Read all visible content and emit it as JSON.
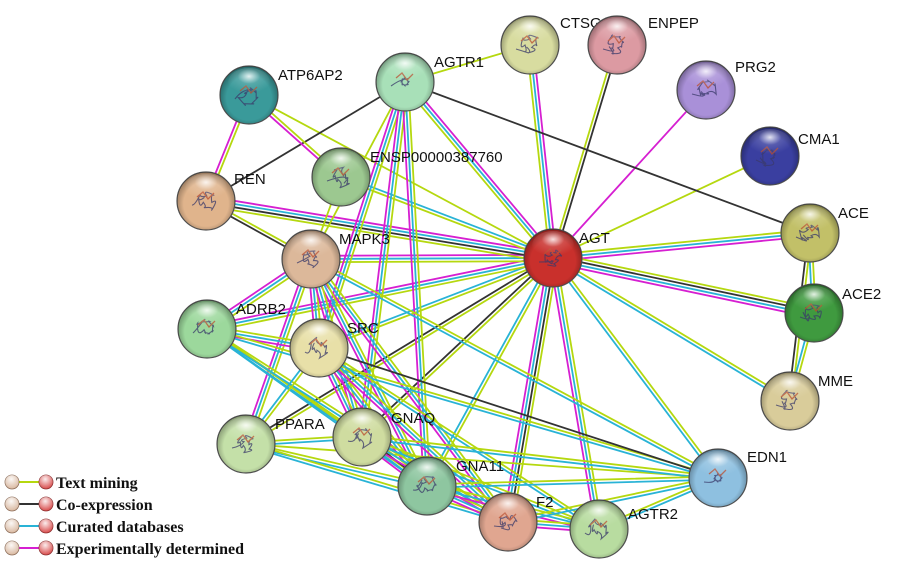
{
  "nodes": [
    {
      "id": "AGT",
      "label": "AGT",
      "color": "#c9302c"
    },
    {
      "id": "CTSG",
      "label": "CTSG",
      "color": "#d8dca0"
    },
    {
      "id": "ENPEP",
      "label": "ENPEP",
      "color": "#dc9aa2"
    },
    {
      "id": "PRG2",
      "label": "PRG2",
      "color": "#a990d8"
    },
    {
      "id": "CMA1",
      "label": "CMA1",
      "color": "#3a3fa0"
    },
    {
      "id": "ACE",
      "label": "ACE",
      "color": "#c2c068"
    },
    {
      "id": "ACE2",
      "label": "ACE2",
      "color": "#3f9a3f"
    },
    {
      "id": "MME",
      "label": "MME",
      "color": "#d9cc9a"
    },
    {
      "id": "EDN1",
      "label": "EDN1",
      "color": "#8ec0e0"
    },
    {
      "id": "AGTR2",
      "label": "AGTR2",
      "color": "#b8dca0"
    },
    {
      "id": "F2",
      "label": "F2",
      "color": "#e0a690"
    },
    {
      "id": "GNA11",
      "label": "GNA11",
      "color": "#8ec6a0"
    },
    {
      "id": "GNAQ",
      "label": "GNAQ",
      "color": "#cfdca0"
    },
    {
      "id": "PPARA",
      "label": "PPARA",
      "color": "#c4e0a8"
    },
    {
      "id": "SRC",
      "label": "SRC",
      "color": "#e8e0a8"
    },
    {
      "id": "ADRB2",
      "label": "ADRB2",
      "color": "#9cd89c"
    },
    {
      "id": "MAPK3",
      "label": "MAPK3",
      "color": "#dcb89a"
    },
    {
      "id": "REN",
      "label": "REN",
      "color": "#e0b48c"
    },
    {
      "id": "ATP6AP2",
      "label": "ATP6AP2",
      "color": "#3a9a9a"
    },
    {
      "id": "AGTR1",
      "label": "AGTR1",
      "color": "#a8e0b8"
    },
    {
      "id": "ENSP00000387760",
      "label": "ENSP00000387760",
      "color": "#9cc890"
    }
  ],
  "edges": [
    {
      "a": "AGT",
      "b": "CTSG",
      "types": [
        "text",
        "curated",
        "experimental"
      ]
    },
    {
      "a": "AGT",
      "b": "ENPEP",
      "types": [
        "text",
        "coexpression"
      ]
    },
    {
      "a": "AGT",
      "b": "PRG2",
      "types": [
        "experimental"
      ]
    },
    {
      "a": "AGT",
      "b": "CMA1",
      "types": [
        "text"
      ]
    },
    {
      "a": "AGT",
      "b": "ACE",
      "types": [
        "text",
        "curated",
        "experimental"
      ]
    },
    {
      "a": "AGT",
      "b": "ACE2",
      "types": [
        "text",
        "coexpression",
        "curated",
        "experimental"
      ]
    },
    {
      "a": "AGT",
      "b": "MME",
      "types": [
        "text",
        "curated"
      ]
    },
    {
      "a": "AGT",
      "b": "EDN1",
      "types": [
        "text",
        "curated"
      ]
    },
    {
      "a": "AGT",
      "b": "AGTR2",
      "types": [
        "text",
        "curated",
        "experimental"
      ]
    },
    {
      "a": "AGT",
      "b": "F2",
      "types": [
        "text",
        "coexpression",
        "curated",
        "experimental"
      ]
    },
    {
      "a": "AGT",
      "b": "GNA11",
      "types": [
        "text",
        "curated"
      ]
    },
    {
      "a": "AGT",
      "b": "GNAQ",
      "types": [
        "text",
        "coexpression"
      ]
    },
    {
      "a": "AGT",
      "b": "PPARA",
      "types": [
        "text",
        "coexpression"
      ]
    },
    {
      "a": "AGT",
      "b": "SRC",
      "types": [
        "text",
        "curated"
      ]
    },
    {
      "a": "AGT",
      "b": "ADRB2",
      "types": [
        "text",
        "curated",
        "experimental"
      ]
    },
    {
      "a": "AGT",
      "b": "MAPK3",
      "types": [
        "text",
        "curated",
        "experimental"
      ]
    },
    {
      "a": "AGT",
      "b": "REN",
      "types": [
        "text",
        "coexpression",
        "curated",
        "experimental"
      ]
    },
    {
      "a": "AGT",
      "b": "ATP6AP2",
      "types": [
        "text"
      ]
    },
    {
      "a": "AGT",
      "b": "AGTR1",
      "types": [
        "text",
        "curated",
        "experimental"
      ]
    },
    {
      "a": "AGT",
      "b": "ENSP00000387760",
      "types": [
        "text",
        "curated"
      ]
    },
    {
      "a": "AGTR1",
      "b": "ACE",
      "types": [
        "coexpression"
      ]
    },
    {
      "a": "AGTR1",
      "b": "REN",
      "types": [
        "coexpression"
      ]
    },
    {
      "a": "AGTR1",
      "b": "CTSG",
      "types": [
        "text"
      ]
    },
    {
      "a": "AGTR1",
      "b": "SRC",
      "types": [
        "text",
        "curated",
        "experimental"
      ]
    },
    {
      "a": "AGTR1",
      "b": "GNAQ",
      "types": [
        "text",
        "curated",
        "experimental"
      ]
    },
    {
      "a": "AGTR1",
      "b": "GNA11",
      "types": [
        "text",
        "curated",
        "experimental"
      ]
    },
    {
      "a": "AGTR1",
      "b": "MAPK3",
      "types": [
        "text"
      ]
    },
    {
      "a": "ATP6AP2",
      "b": "REN",
      "types": [
        "text",
        "experimental"
      ]
    },
    {
      "a": "ATP6AP2",
      "b": "ENSP00000387760",
      "types": [
        "text",
        "experimental"
      ]
    },
    {
      "a": "REN",
      "b": "MAPK3",
      "types": [
        "text",
        "coexpression"
      ]
    },
    {
      "a": "ENSP00000387760",
      "b": "MAPK3",
      "types": [
        "text"
      ]
    },
    {
      "a": "ACE",
      "b": "ACE2",
      "types": [
        "text",
        "curated"
      ]
    },
    {
      "a": "ACE",
      "b": "MME",
      "types": [
        "text",
        "coexpression"
      ]
    },
    {
      "a": "ACE2",
      "b": "MME",
      "types": [
        "text",
        "curated"
      ]
    },
    {
      "a": "MAPK3",
      "b": "SRC",
      "types": [
        "text",
        "curated",
        "experimental"
      ]
    },
    {
      "a": "MAPK3",
      "b": "ADRB2",
      "types": [
        "text",
        "curated",
        "experimental"
      ]
    },
    {
      "a": "MAPK3",
      "b": "F2",
      "types": [
        "text",
        "curated",
        "experimental"
      ]
    },
    {
      "a": "MAPK3",
      "b": "GNA11",
      "types": [
        "text",
        "curated",
        "experimental"
      ]
    },
    {
      "a": "MAPK3",
      "b": "PPARA",
      "types": [
        "text",
        "curated",
        "experimental"
      ]
    },
    {
      "a": "MAPK3",
      "b": "EDN1",
      "types": [
        "text",
        "curated"
      ]
    },
    {
      "a": "MAPK3",
      "b": "GNAQ",
      "types": [
        "text",
        "curated",
        "experimental"
      ]
    },
    {
      "a": "ADRB2",
      "b": "SRC",
      "types": [
        "text",
        "curated",
        "experimental"
      ]
    },
    {
      "a": "ADRB2",
      "b": "GNAQ",
      "types": [
        "text",
        "curated"
      ]
    },
    {
      "a": "ADRB2",
      "b": "GNA11",
      "types": [
        "text",
        "curated"
      ]
    },
    {
      "a": "ADRB2",
      "b": "F2",
      "types": [
        "text",
        "curated"
      ]
    },
    {
      "a": "ADRB2",
      "b": "EDN1",
      "types": [
        "text",
        "curated"
      ]
    },
    {
      "a": "SRC",
      "b": "PPARA",
      "types": [
        "text",
        "curated"
      ]
    },
    {
      "a": "SRC",
      "b": "GNAQ",
      "types": [
        "text",
        "curated",
        "experimental"
      ]
    },
    {
      "a": "SRC",
      "b": "GNA11",
      "types": [
        "text",
        "curated",
        "experimental"
      ]
    },
    {
      "a": "SRC",
      "b": "F2",
      "types": [
        "text",
        "curated",
        "experimental"
      ]
    },
    {
      "a": "SRC",
      "b": "EDN1",
      "types": [
        "coexpression"
      ]
    },
    {
      "a": "SRC",
      "b": "AGTR2",
      "types": [
        "text",
        "curated"
      ]
    },
    {
      "a": "PPARA",
      "b": "GNAQ",
      "types": [
        "text",
        "curated"
      ]
    },
    {
      "a": "PPARA",
      "b": "GNA11",
      "types": [
        "text",
        "curated"
      ]
    },
    {
      "a": "PPARA",
      "b": "F2",
      "types": [
        "text",
        "curated"
      ]
    },
    {
      "a": "PPARA",
      "b": "EDN1",
      "types": [
        "text"
      ]
    },
    {
      "a": "GNAQ",
      "b": "GNA11",
      "types": [
        "text",
        "coexpression",
        "curated",
        "experimental"
      ]
    },
    {
      "a": "GNAQ",
      "b": "F2",
      "types": [
        "text",
        "curated",
        "experimental"
      ]
    },
    {
      "a": "GNAQ",
      "b": "AGTR2",
      "types": [
        "text",
        "curated"
      ]
    },
    {
      "a": "GNAQ",
      "b": "EDN1",
      "types": [
        "text",
        "curated"
      ]
    },
    {
      "a": "GNA11",
      "b": "F2",
      "types": [
        "text",
        "curated",
        "experimental"
      ]
    },
    {
      "a": "GNA11",
      "b": "AGTR2",
      "types": [
        "text",
        "curated",
        "experimental"
      ]
    },
    {
      "a": "GNA11",
      "b": "EDN1",
      "types": [
        "text",
        "curated"
      ]
    },
    {
      "a": "F2",
      "b": "AGTR2",
      "types": [
        "text",
        "curated",
        "experimental"
      ]
    },
    {
      "a": "F2",
      "b": "EDN1",
      "types": [
        "text",
        "curated"
      ]
    },
    {
      "a": "AGTR2",
      "b": "EDN1",
      "types": [
        "text",
        "curated"
      ]
    }
  ],
  "legend": [
    {
      "key": "text",
      "label": "Text mining",
      "color": "#b5d80f"
    },
    {
      "key": "coexpression",
      "label": "Co-expression",
      "color": "#333333"
    },
    {
      "key": "curated",
      "label": "Curated databases",
      "color": "#29b3d6"
    },
    {
      "key": "experimental",
      "label": "Experimentally determined",
      "color": "#d61fd1"
    }
  ]
}
